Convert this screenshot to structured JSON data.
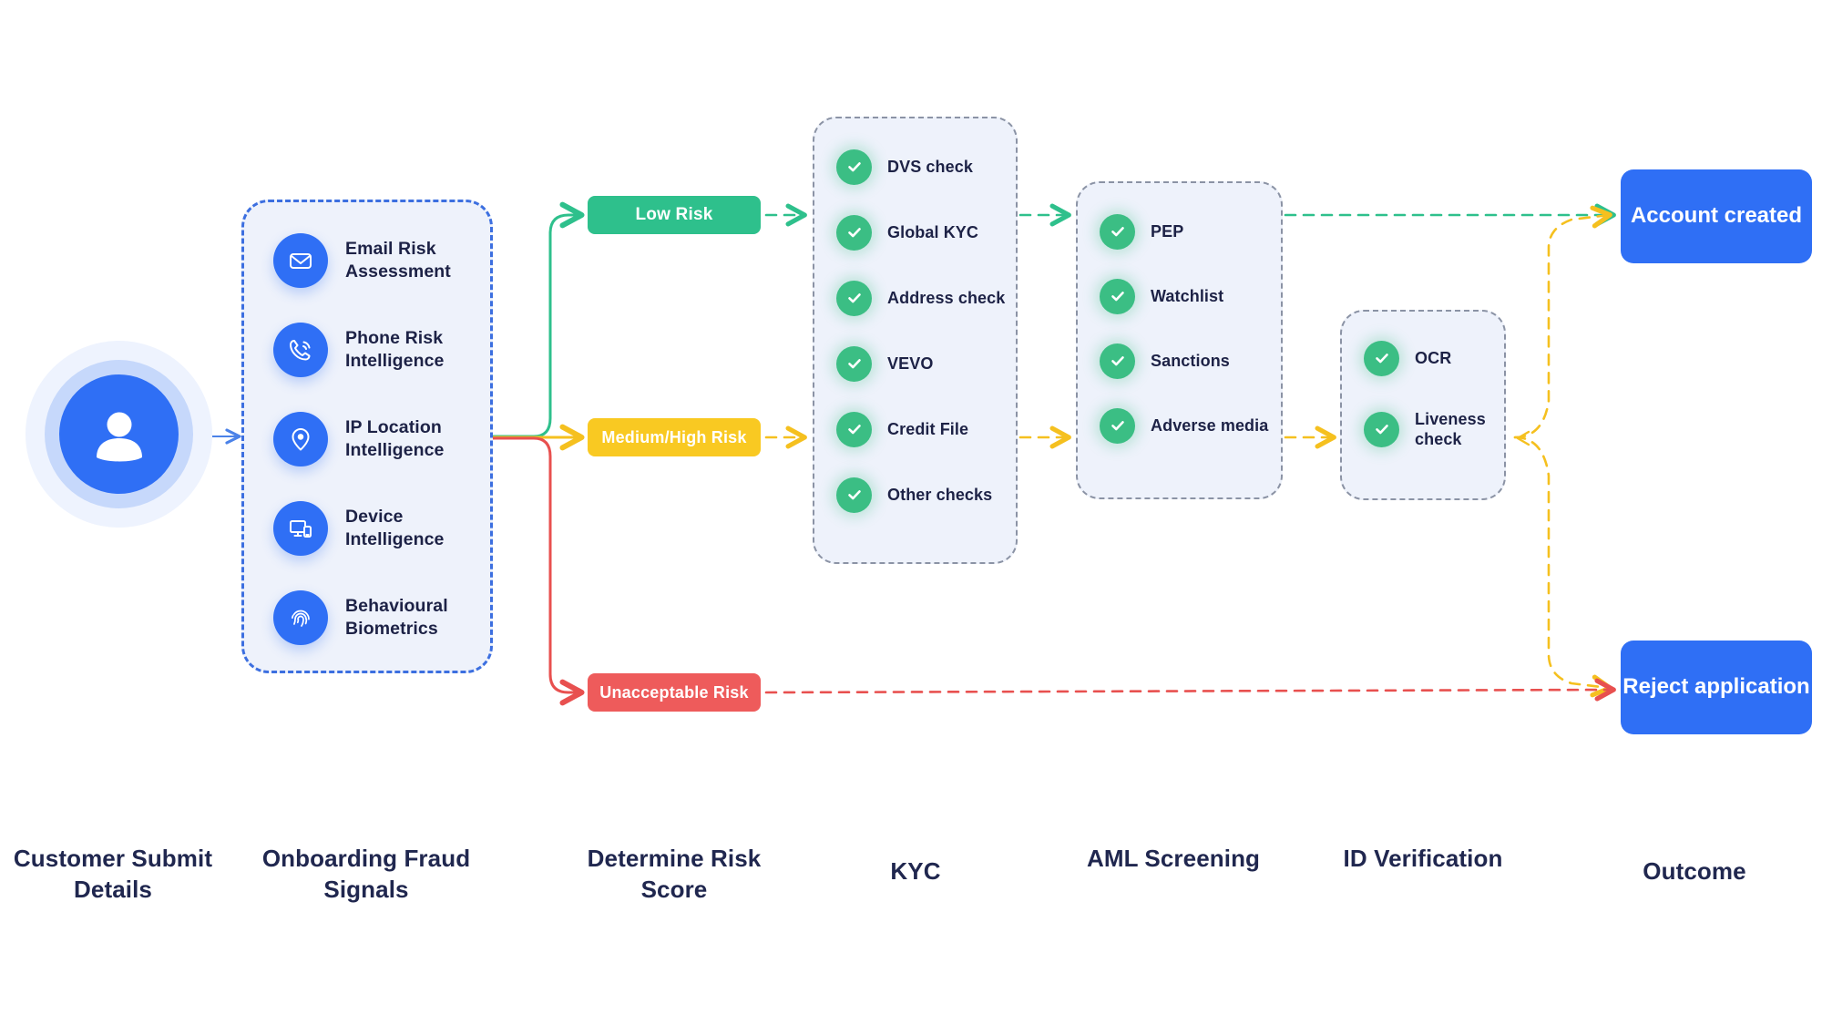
{
  "customer": {
    "avatar_icon": "user-avatar-icon"
  },
  "fraud_signals": {
    "items": [
      {
        "icon": "email-icon",
        "label": "Email Risk Assessment"
      },
      {
        "icon": "phone-icon",
        "label": "Phone Risk Intelligence"
      },
      {
        "icon": "location-pin-icon",
        "label": "IP Location Intelligence"
      },
      {
        "icon": "device-icon",
        "label": "Device Intelligence"
      },
      {
        "icon": "fingerprint-icon",
        "label": "Behavioural Biometrics"
      }
    ]
  },
  "risk_badges": [
    {
      "label": "Low Risk",
      "color": "#2ec08c"
    },
    {
      "label": "Medium/High Risk",
      "color": "#f9c922"
    },
    {
      "label": "Unacceptable Risk",
      "color": "#ee5b5b"
    }
  ],
  "kyc": {
    "checks": [
      "DVS check",
      "Global KYC",
      "Address check",
      "VEVO",
      "Credit File",
      "Other checks"
    ]
  },
  "aml": {
    "checks": [
      "PEP",
      "Watchlist",
      "Sanctions",
      "Adverse media"
    ]
  },
  "id_verification": {
    "checks": [
      "OCR",
      "Liveness check"
    ]
  },
  "outcomes": [
    {
      "label": "Account created",
      "color": "#2f6ff5"
    },
    {
      "label": "Reject application",
      "color": "#2f6ff5"
    }
  ],
  "stage_labels": [
    "Customer Submit Details",
    "Onboarding Fraud Signals",
    "Determine Risk Score",
    "KYC",
    "AML Screening",
    "ID Verification",
    "Outcome"
  ],
  "colors": {
    "brand_blue": "#2f6ff5",
    "green": "#2ec08c",
    "yellow": "#f9c922",
    "red": "#ee5b5b",
    "panel_bg": "#eef2fb",
    "text_dark": "#1d2246"
  }
}
